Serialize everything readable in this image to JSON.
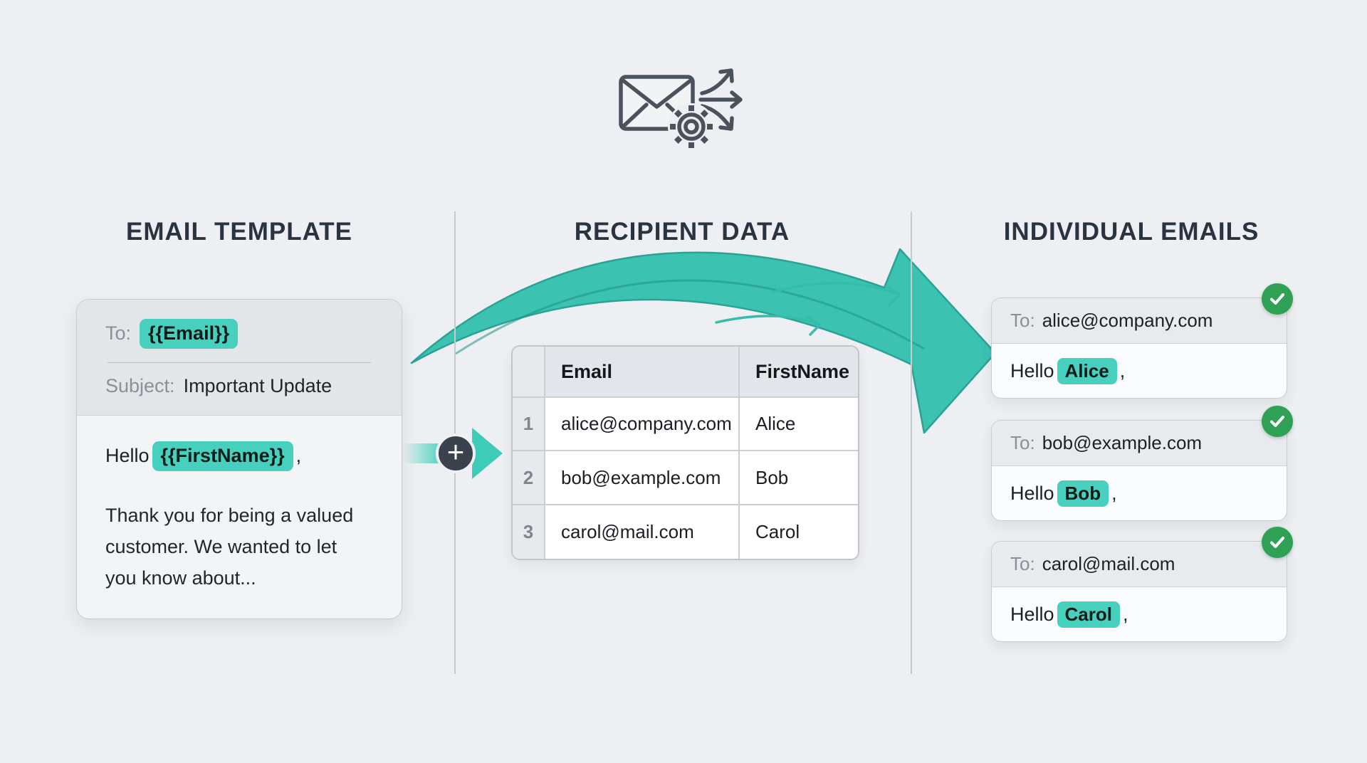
{
  "sections": {
    "template": {
      "title": "EMAIL TEMPLATE"
    },
    "recipients": {
      "title": "RECIPIENT DATA"
    },
    "individual": {
      "title": "INDIVIDUAL EMAILS"
    }
  },
  "template_card": {
    "to_label": "To:",
    "to_variable": "{{Email}}",
    "subject_label": "Subject:",
    "subject_value": "Important Update",
    "greeting_prefix": "Hello",
    "greeting_variable": "{{FirstName}}",
    "greeting_suffix": ",",
    "body": "Thank you for being a valued customer. We wanted to let you know about..."
  },
  "recipient_table": {
    "columns": {
      "email": "Email",
      "first_name": "FirstName"
    },
    "rows": [
      {
        "num": "1",
        "email": "alice@company.com",
        "first_name": "Alice"
      },
      {
        "num": "2",
        "email": "bob@example.com",
        "first_name": "Bob"
      },
      {
        "num": "3",
        "email": "carol@mail.com",
        "first_name": "Carol"
      }
    ]
  },
  "emails": [
    {
      "to_label": "To:",
      "address": "alice@company.com",
      "greeting_prefix": "Hello",
      "name": "Alice",
      "greeting_suffix": ","
    },
    {
      "to_label": "To:",
      "address": "bob@example.com",
      "greeting_prefix": "Hello",
      "name": "Bob",
      "greeting_suffix": ","
    },
    {
      "to_label": "To:",
      "address": "carol@mail.com",
      "greeting_prefix": "Hello",
      "name": "Carol",
      "greeting_suffix": ","
    }
  ],
  "icons": {
    "merge_plus": "+",
    "mail_merge": "envelope-gear-fanout",
    "check": "checkmark"
  },
  "colors": {
    "background": "#edeff2",
    "heading_text": "#2a3340",
    "accent_teal_chip": "#46d0bd",
    "arrow_teal": "#3cc2b1",
    "success_green": "#2ea155",
    "plus_circle_dark": "#3a424d",
    "icon_stroke_gray": "#4b525c"
  }
}
